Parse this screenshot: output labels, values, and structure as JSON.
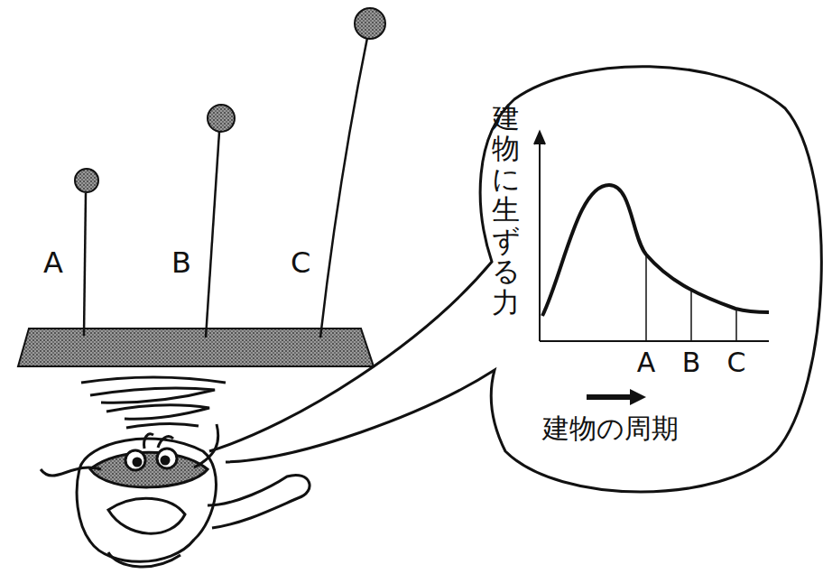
{
  "diagram": {
    "nodes": [
      {
        "text": [
          "建物に生ずる力",
          "A",
          "B",
          "C",
          "建物の周期"
        ]
      }
    ],
    "labels": [
      "A",
      "B",
      "C"
    ]
  }
}
